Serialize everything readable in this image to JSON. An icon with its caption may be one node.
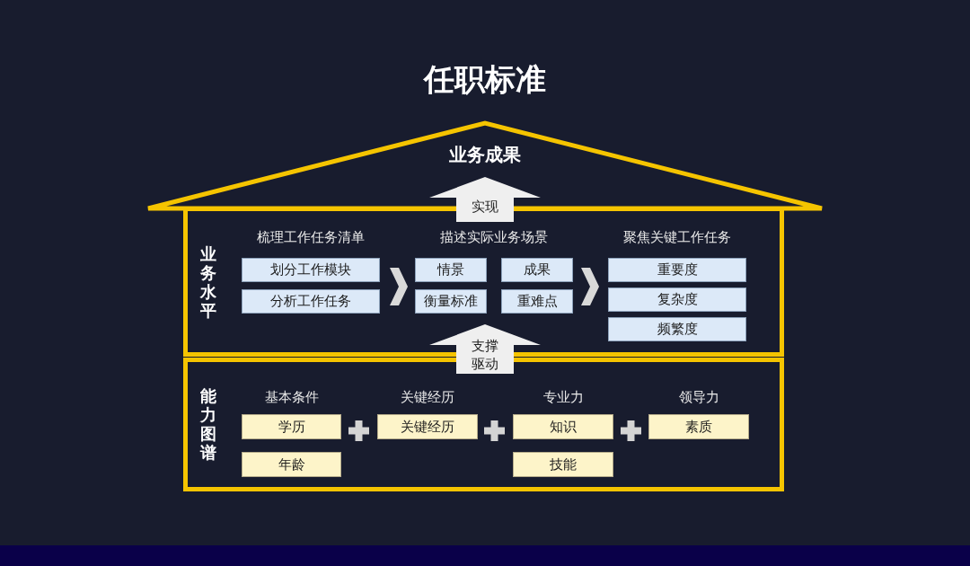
{
  "diagram": {
    "title": "任职标准",
    "nodes": [
      {
        "text": [
          "业务成果"
        ]
      },
      {
        "text": [
          "业务水平"
        ]
      },
      {
        "text": [
          "梳理工作任务清单"
        ],
        "in": 1
      },
      {
        "text": [
          "划分工作模块"
        ],
        "in": 2
      },
      {
        "text": [
          "分析工作任务"
        ],
        "in": 2
      },
      {
        "text": [
          "描述实际业务场景"
        ],
        "in": 1
      },
      {
        "text": [
          "情景"
        ],
        "in": 5
      },
      {
        "text": [
          "成果"
        ],
        "in": 5
      },
      {
        "text": [
          "衡量标准"
        ],
        "in": 5
      },
      {
        "text": [
          "重难点"
        ],
        "in": 5
      },
      {
        "text": [
          "聚焦关键工作任务"
        ],
        "in": 1
      },
      {
        "text": [
          "重要度"
        ],
        "in": 10
      },
      {
        "text": [
          "复杂度"
        ],
        "in": 10
      },
      {
        "text": [
          "频繁度"
        ],
        "in": 10
      },
      {
        "text": [
          "能力图谱"
        ]
      },
      {
        "text": [
          "学历"
        ],
        "in": 14
      },
      {
        "text": [
          "年龄"
        ],
        "in": 14
      },
      {
        "text": [
          "关键经历"
        ],
        "in": 14
      },
      {
        "text": [
          "知识"
        ],
        "in": 14
      },
      {
        "text": [
          "技能"
        ],
        "in": 14
      },
      {
        "text": [
          "素质"
        ],
        "in": 14
      }
    ],
    "edges": [
      {
        "from": 1,
        "to": 0,
        "arrow": "to",
        "label": "实现"
      },
      {
        "from": 2,
        "to": 5,
        "arrow": "to"
      },
      {
        "from": 5,
        "to": 10,
        "arrow": "to"
      },
      {
        "from": 14,
        "to": 1,
        "arrow": "to",
        "label": "支撑驱动"
      }
    ],
    "labels": [
      "基本条件",
      "关键经历",
      "专业力",
      "领导力"
    ]
  }
}
